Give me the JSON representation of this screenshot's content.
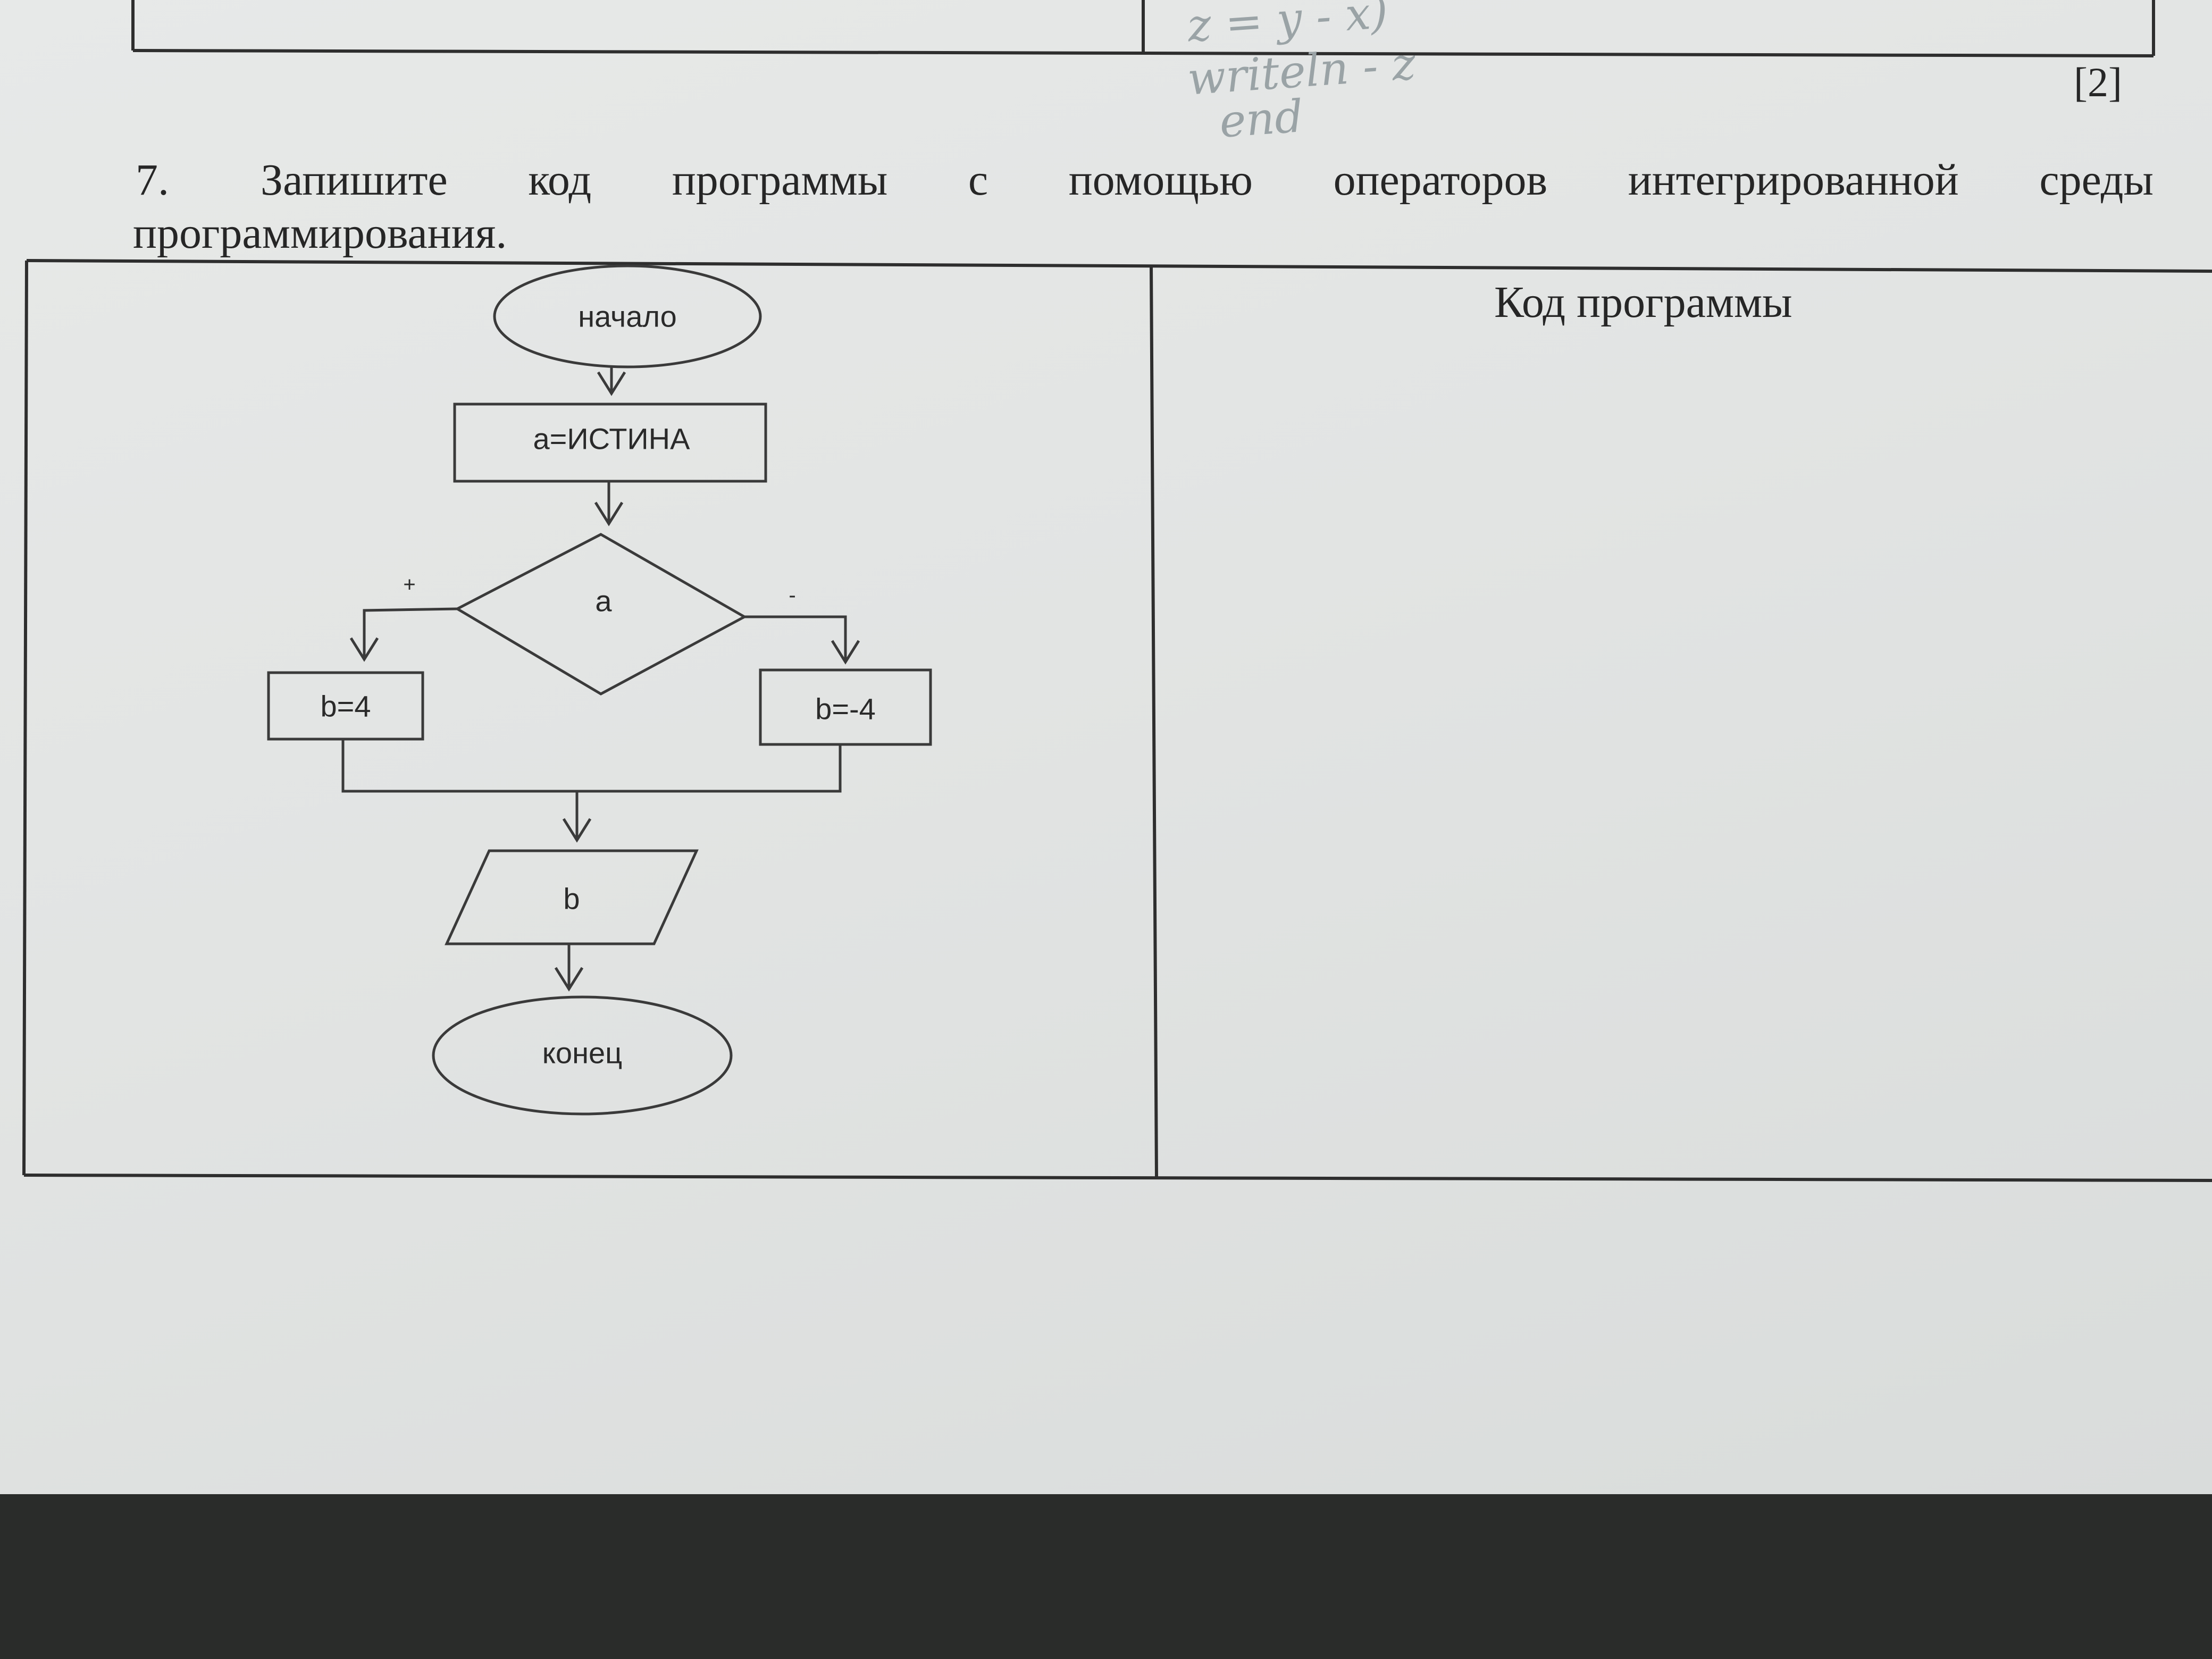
{
  "score": "[2]",
  "handwritten_notes": [
    "z = y - x)",
    "writeln - z",
    "end"
  ],
  "question": {
    "number": "7.",
    "line1": "Запишите код программы с помощью операторов интегрированной среды",
    "line2": "программирования."
  },
  "code_column_header": "Код программы",
  "flowchart": {
    "start": "начало",
    "assign": "a=ИСТИНА",
    "condition": "a",
    "branch_true_mark": "+",
    "branch_false_mark": "-",
    "true_action": "b=4",
    "false_action": "b=-4",
    "output": "b",
    "end": "конец"
  }
}
